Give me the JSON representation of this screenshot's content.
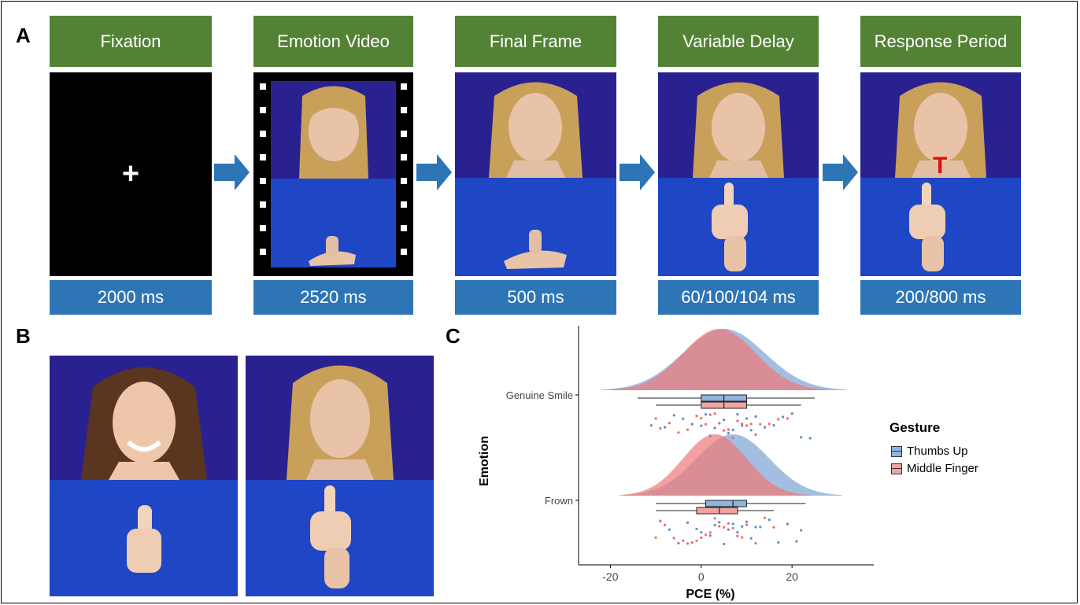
{
  "panels": {
    "a": "A",
    "b": "B",
    "c": "C"
  },
  "steps": [
    {
      "title": "Fixation",
      "time": "2000 ms"
    },
    {
      "title": "Emotion Video",
      "time": "2520 ms"
    },
    {
      "title": "Final Frame",
      "time": "500 ms"
    },
    {
      "title": "Variable Delay",
      "time": "60/100/104 ms"
    },
    {
      "title": "Response Period",
      "time": "200/800 ms"
    }
  ],
  "fixation_symbol": "+",
  "response_marker": "T",
  "colors": {
    "title_bg": "#548235",
    "time_bg": "#2e75b6",
    "arrow": "#2e75b6",
    "backdrop": "#2a2190",
    "table": "#1f46c4",
    "thumbs_up": "#5b8fc7",
    "middle_finger": "#f16b6b",
    "response_marker": "#e01010"
  },
  "chart_data": {
    "type": "raincloud",
    "xlabel": "PCE (%)",
    "ylabel": "Emotion",
    "xticks": [
      -20,
      0,
      20
    ],
    "xlim": [
      -27,
      38
    ],
    "categories": [
      "Genuine Smile",
      "Frown"
    ],
    "legend": {
      "title": "Gesture",
      "position": "right",
      "entries": [
        "Thumbs Up",
        "Middle Finger"
      ]
    },
    "series": [
      {
        "name": "Thumbs Up",
        "color": "#5b8fc7",
        "distributions": [
          {
            "category": "Genuine Smile",
            "mean": 5,
            "sd": 9,
            "box": {
              "min": -14,
              "q1": 0,
              "median": 5,
              "q3": 10,
              "max": 25
            },
            "points": [
              -11,
              -8,
              -6,
              -4,
              -2,
              0,
              1,
              2,
              3,
              4,
              5,
              6,
              7,
              8,
              9,
              10,
              11,
              12,
              14,
              16,
              18,
              20,
              22,
              24
            ]
          },
          {
            "category": "Frown",
            "mean": 7,
            "sd": 8,
            "box": {
              "min": -10,
              "q1": 1,
              "median": 7,
              "q3": 10,
              "max": 23
            },
            "points": [
              -9,
              -7,
              -5,
              -3,
              -1,
              0,
              2,
              3,
              4,
              5,
              6,
              7,
              8,
              9,
              10,
              11,
              12,
              13,
              15,
              17,
              19,
              21,
              22
            ]
          }
        ]
      },
      {
        "name": "Middle Finger",
        "color": "#f16b6b",
        "distributions": [
          {
            "category": "Genuine Smile",
            "mean": 4,
            "sd": 8,
            "box": {
              "min": -10,
              "q1": 0,
              "median": 5,
              "q3": 10,
              "max": 22
            },
            "points": [
              -10,
              -9,
              -7,
              -5,
              -3,
              -1,
              0,
              1,
              2,
              3,
              4,
              5,
              6,
              7,
              8,
              9,
              10,
              11,
              12,
              13,
              15,
              17,
              19
            ]
          },
          {
            "category": "Frown",
            "mean": 3,
            "sd": 7,
            "box": {
              "min": -10,
              "q1": -1,
              "median": 4,
              "q3": 8,
              "max": 16
            },
            "points": [
              -10,
              -9,
              -8,
              -6,
              -4,
              -3,
              -2,
              -1,
              0,
              1,
              2,
              3,
              4,
              5,
              6,
              7,
              8,
              9,
              10,
              12,
              14,
              16
            ]
          }
        ]
      }
    ]
  }
}
